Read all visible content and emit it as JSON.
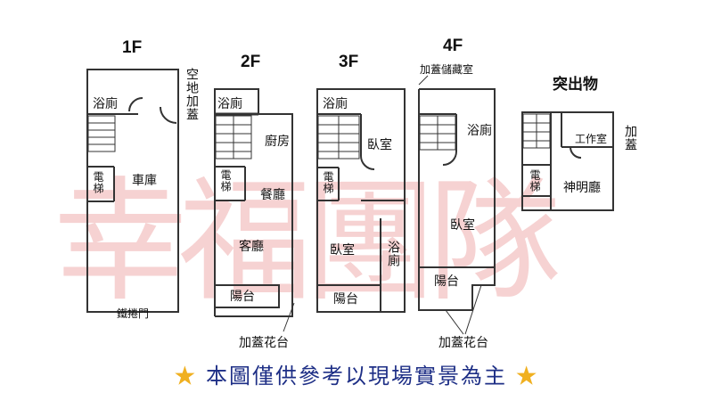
{
  "floors": {
    "f1": {
      "title": "1F",
      "rooms": {
        "bath": "浴廁",
        "elevator": "電梯",
        "garage": "車庫",
        "door": "鐵捲門"
      },
      "side_note": "空地加蓋"
    },
    "f2": {
      "title": "2F",
      "rooms": {
        "bath": "浴廁",
        "kitchen": "廚房",
        "elevator": "電梯",
        "dining": "餐廳",
        "living": "客廳",
        "balcony": "陽台"
      }
    },
    "f3": {
      "title": "3F",
      "rooms": {
        "bath1": "浴廁",
        "bedroom1": "臥室",
        "elevator": "電梯",
        "bedroom2": "臥室",
        "bath2": "浴廁",
        "balcony": "陽台"
      }
    },
    "f4": {
      "title": "4F",
      "rooms": {
        "storage": "加蓋儲藏室",
        "bath": "浴廁",
        "bedroom": "臥室",
        "balcony": "陽台"
      }
    },
    "roof": {
      "title": "突出物",
      "rooms": {
        "workroom": "工作室",
        "elevator": "電梯",
        "shrine": "神明廳"
      },
      "side_note": "加蓋"
    }
  },
  "annotations": {
    "planter_2f": "加蓋花台",
    "planter_4f": "加蓋花台"
  },
  "watermark": "幸福團隊",
  "footer": {
    "text": "本圖僅供參考以現場實景為主",
    "star_icon": "star-icon"
  },
  "colors": {
    "line": "#333333",
    "watermark": "#e06060",
    "footer_text": "#1e2f86",
    "star": "#f0b020"
  }
}
